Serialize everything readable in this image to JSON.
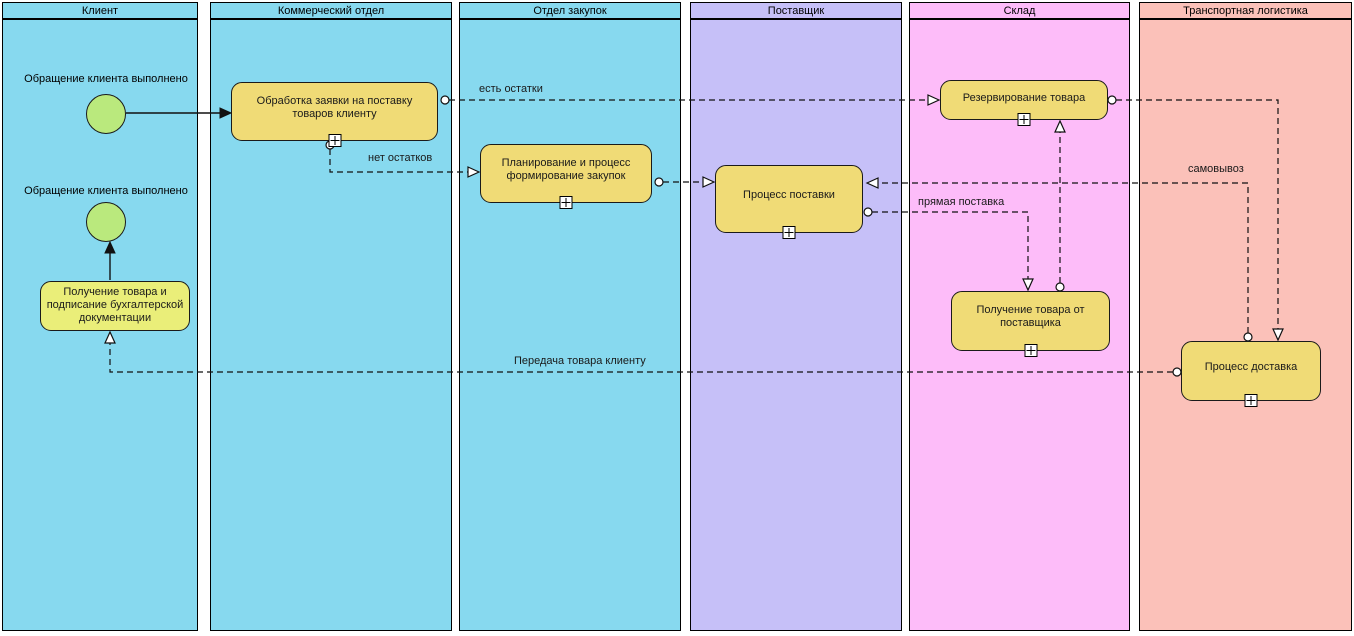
{
  "lanes": [
    {
      "title": "Клиент",
      "color": "#87D9EF"
    },
    {
      "title": "Коммерческий отдел",
      "color": "#87D9EF"
    },
    {
      "title": "Отдел закупок",
      "color": "#87D9EF"
    },
    {
      "title": "Поставщик",
      "color": "#C6C0F8"
    },
    {
      "title": "Склад",
      "color": "#FDBCF9"
    },
    {
      "title": "Транспортная логистика",
      "color": "#FBC1B9"
    }
  ],
  "events": [
    {
      "label": "Обращение клиента выполнено"
    },
    {
      "label": "Обращение клиента выполнено"
    }
  ],
  "activities": [
    {
      "label": "Обработка заявки на поставку товаров клиенту",
      "subprocess_marker": true
    },
    {
      "label": "Получение товара и подписание бухгалтерской документации",
      "subprocess_marker": false
    },
    {
      "label": "Планирование и процесс формирование закупок",
      "subprocess_marker": true
    },
    {
      "label": "Процесс поставки",
      "subprocess_marker": true
    },
    {
      "label": "Резервирование товара",
      "subprocess_marker": true
    },
    {
      "label": "Получение товара от поставщика",
      "subprocess_marker": true
    },
    {
      "label": "Процесс доставка",
      "subprocess_marker": true
    }
  ],
  "flow_labels": [
    {
      "text": "есть остатки"
    },
    {
      "text": "нет остатков"
    },
    {
      "text": "прямая поставка"
    },
    {
      "text": "самовывоз"
    },
    {
      "text": "Передача товара клиенту"
    }
  ],
  "colors": {
    "canvas": "#FFFFFF",
    "lane_cyan": "#87D9EF",
    "lane_lavender": "#C6C0F8",
    "lane_pink": "#FDBCF9",
    "lane_salmon": "#FBC1B9",
    "activity_fill": "#F0DB76",
    "activity_fill_alt": "#EAEE79",
    "event_fill": "#BAE97D",
    "shape_border": "#1A1A1A",
    "connector": "#111111"
  }
}
